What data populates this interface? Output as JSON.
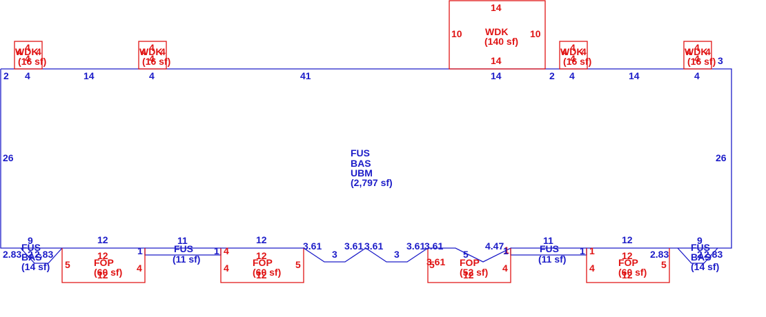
{
  "colors": {
    "building": "#1c1cc8",
    "addition": "#e01414",
    "background": "#ffffff"
  },
  "main_area": {
    "lines": [
      "FUS",
      "BAS",
      "UBM",
      "(2,797 sf)"
    ]
  },
  "wdk_large": {
    "name": "WDK",
    "area": "(140 sf)",
    "dims": {
      "top": "14",
      "bottom": "14",
      "left": "10",
      "right": "10"
    }
  },
  "wdk_small": {
    "name": "WDK",
    "area": "(16 sf)",
    "dim": "4",
    "items": [
      {
        "id": "1",
        "top": "4",
        "left": "4",
        "right": "4",
        "bottom": "4"
      },
      {
        "id": "2",
        "top": "4",
        "left": "4",
        "right": "4",
        "bottom": "4"
      },
      {
        "id": "3",
        "top": "4",
        "left": "4",
        "right": "4",
        "bottom": "4"
      },
      {
        "id": "4",
        "top": "4",
        "left": "4",
        "right": "4",
        "bottom": "4"
      }
    ]
  },
  "top_dims": {
    "d1": "2",
    "d2": "4",
    "d3": "14",
    "d4": "4",
    "d5": "41",
    "d6": "14",
    "d7": "2",
    "d8": "4",
    "d9": "14",
    "d10": "4",
    "d11": "3"
  },
  "side_dims": {
    "left": "26",
    "right": "26"
  },
  "fop": {
    "name": "FOP",
    "items": [
      {
        "id": "1",
        "area": "(60 sf)",
        "top": "12",
        "bottom": "12",
        "left": "5",
        "right": "4"
      },
      {
        "id": "2",
        "area": "(60 sf)",
        "top": "12",
        "bottom": "12",
        "left": "4",
        "right": "5"
      },
      {
        "id": "3",
        "area": "(52 sf)",
        "top": "5",
        "bottom": "12",
        "left": "5",
        "right": "4",
        "angle": "3.61",
        "extra": "1"
      },
      {
        "id": "4",
        "area": "(60 sf)",
        "top": "12",
        "bottom": "12",
        "left": "4",
        "right": "5"
      }
    ]
  },
  "fus_small": {
    "items": [
      {
        "id": "1",
        "l1": "FUS",
        "l2": "BAS",
        "area": "(14 sf)",
        "top": "9",
        "left": "2.83",
        "right": "2.83",
        "mid": "2"
      },
      {
        "id": "2",
        "l1": "FUS",
        "area": "(11 sf)",
        "top": "11",
        "left": "1",
        "right": "1"
      },
      {
        "id": "3",
        "l1": "FUS",
        "area": "(11 sf)",
        "top": "11",
        "left": "1",
        "right": "1"
      },
      {
        "id": "4",
        "l1": "FUS",
        "l2": "BAS",
        "area": "(14 sf)",
        "top": "9",
        "left": "2.83",
        "right": "2.83",
        "mid": "2"
      }
    ]
  },
  "bottom_dims": {
    "a": "12",
    "b": "12",
    "c": "3.61",
    "d": "3",
    "e": "3.61",
    "f": "3.61",
    "g": "3",
    "h": "3.61",
    "i": "3.61",
    "j": "5",
    "k": "4.47",
    "l": "12"
  }
}
